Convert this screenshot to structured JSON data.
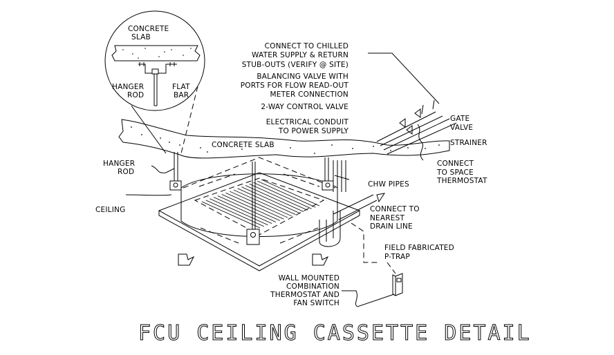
{
  "title": "FCU CEILING CASSETTE DETAIL",
  "detail_callout": {
    "slab_label": [
      "CONCRETE",
      "SLAB"
    ],
    "hanger_rod_label": [
      "HANGER",
      "ROD"
    ],
    "flat_bar_label": [
      "FLAT",
      "BAR"
    ]
  },
  "labels": {
    "chilled_water": [
      "CONNECT TO CHILLED",
      "WATER SUPPLY & RETURN",
      "STUB-OUTS (VERIFY @ SITE)"
    ],
    "balancing_valve": [
      "BALANCING VALVE WITH",
      "PORTS FOR FLOW READ-OUT",
      "METER CONNECTION"
    ],
    "control_valve": "2-WAY CONTROL VALVE",
    "electrical": [
      "ELECTRICAL CONDUIT",
      "TO POWER SUPPLY"
    ],
    "concrete_slab": "CONCRETE SLAB",
    "gate_valve": [
      "GATE",
      "VALVE"
    ],
    "strainer": "STRAINER",
    "space_thermostat": [
      "CONNECT",
      "TO SPACE",
      "THERMOSTAT"
    ],
    "hanger_rod": [
      "HANGER",
      "ROD"
    ],
    "ceiling": "CEILING",
    "chw_pipes": "CHW PIPES",
    "drain": [
      "CONNECT TO",
      "NEAREST",
      "DRAIN LINE"
    ],
    "p_trap": [
      "FIELD FABRICATED",
      "P-TRAP"
    ],
    "wall_thermostat": [
      "WALL MOUNTED",
      "COMBINATION",
      "THERMOSTAT AND",
      "FAN SWITCH"
    ]
  }
}
